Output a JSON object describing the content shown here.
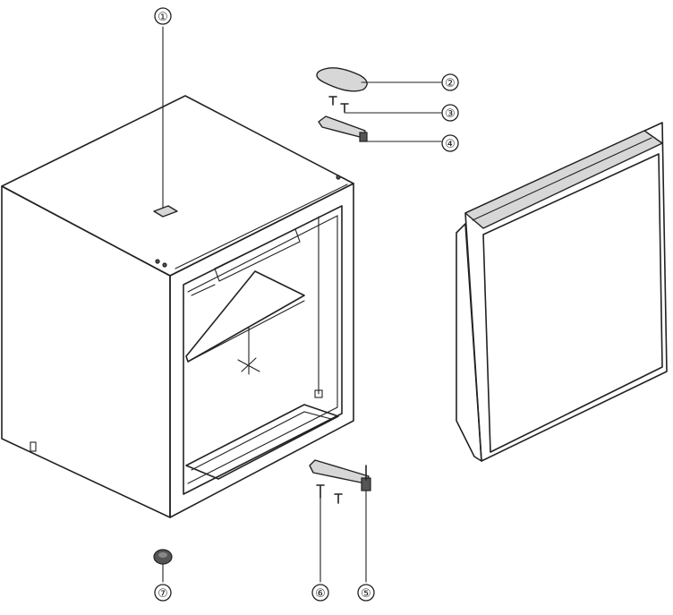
{
  "diagram": {
    "callouts": [
      {
        "id": "1",
        "label": "①"
      },
      {
        "id": "2",
        "label": "②"
      },
      {
        "id": "3",
        "label": "③"
      },
      {
        "id": "4",
        "label": "④"
      },
      {
        "id": "5",
        "label": "⑤"
      },
      {
        "id": "6",
        "label": "⑥"
      },
      {
        "id": "7",
        "label": "⑦"
      }
    ]
  }
}
